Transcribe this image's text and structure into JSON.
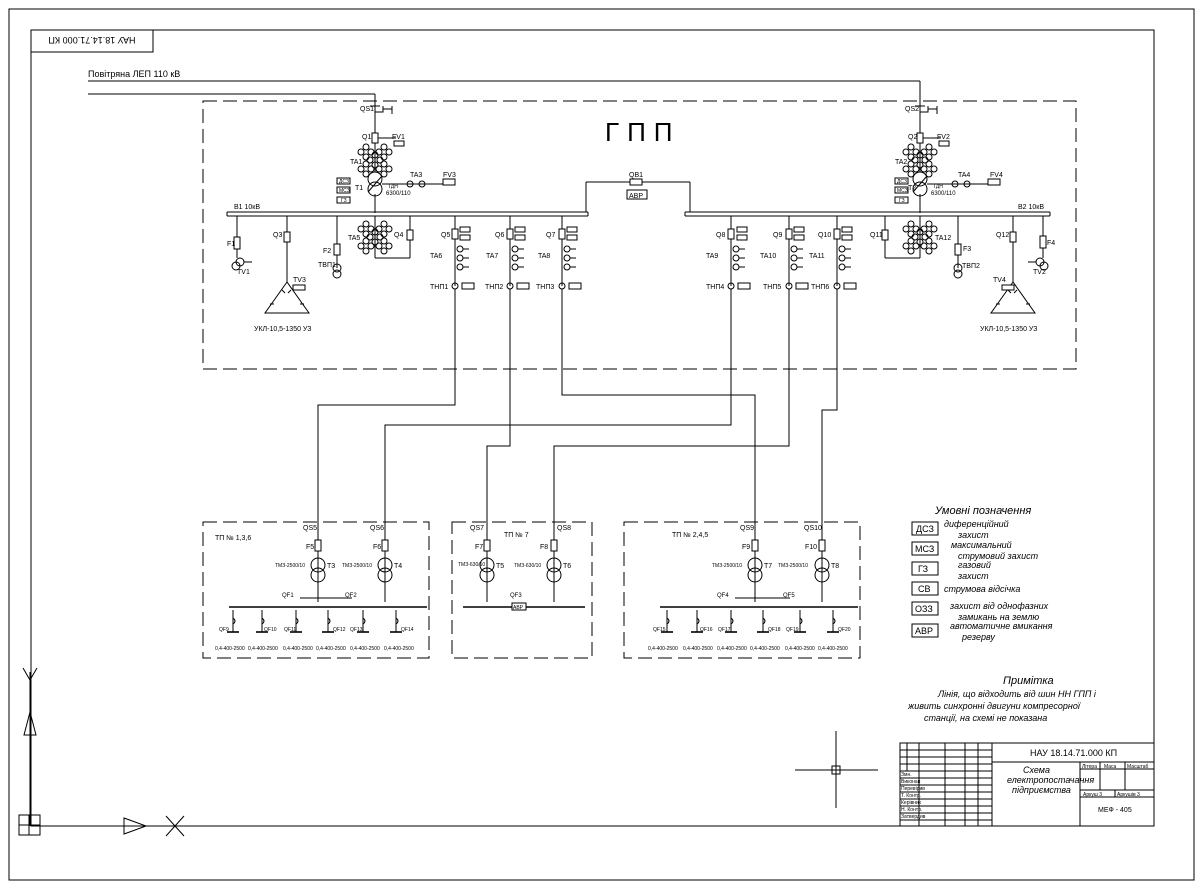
{
  "frame_code_rotated": "НАУ 18.14.71.000 КП",
  "line_label": "Повітряна ЛЕП 110 кВ",
  "gpp_title": "ГПП",
  "bus_left": "В1 10кВ",
  "bus_right": "В2 10кВ",
  "avr": "АВР",
  "qb1": "QB1",
  "left": {
    "qs": "QS1",
    "q": "Q1",
    "fv": "FV1",
    "ta1": "TA1",
    "t": "T1",
    "tdn": "ТДН",
    "tdn_rating": "6300/110",
    "ta3": "TA3",
    "fv3": "FV3",
    "prot1": "ДСЗ",
    "prot2": "МСЗ",
    "prot3": "ГЗ",
    "f1": "F1",
    "tv1": "TV1",
    "q3": "Q3",
    "f2": "F2",
    "tvp1": "ТВП1",
    "ta5": "TA5",
    "q4": "Q4",
    "tv3": "TV3",
    "ukl": "УКЛ-10,5-1350 УЗ"
  },
  "right": {
    "qs": "QS2",
    "q": "Q2",
    "fv": "FV2",
    "ta2": "TA2",
    "t": "T2",
    "tdn": "ТДН",
    "tdn_rating": "6300/110",
    "ta4": "TA4",
    "fv4": "FV4",
    "f3": "F3",
    "tvp2": "ТВП2",
    "f4": "F4",
    "tv2": "TV2",
    "q11": "Q11",
    "ta12": "TA12",
    "q12": "Q12",
    "tv4": "TV4",
    "ukl": "УКЛ-10,5-1350 УЗ"
  },
  "feeders": [
    {
      "q": "Q5",
      "ta": "TA6",
      "tnp": "ТНП1"
    },
    {
      "q": "Q6",
      "ta": "TA7",
      "tnp": "ТНП2"
    },
    {
      "q": "Q7",
      "ta": "TA8",
      "tnp": "ТНП3"
    },
    {
      "q": "Q8",
      "ta": "TA9",
      "tnp": "ТНП4"
    },
    {
      "q": "Q9",
      "ta": "TA10",
      "tnp": "ТНП5"
    },
    {
      "q": "Q10",
      "ta": "TA11",
      "tnp": "ТНП6"
    }
  ],
  "tp1": {
    "title": "ТП № 1,3,6",
    "qs_a": "QS5",
    "qs_b": "QS6",
    "f_a": "F5",
    "f_b": "F6",
    "t_a": "T3",
    "t_b": "T4",
    "tm_a": "ТМЗ-2500/10",
    "tm_b": "ТМЗ-2500/10",
    "breakers": [
      "QF9",
      "QF10",
      "QF11",
      "QF12",
      "QF13",
      "QF14"
    ],
    "sec_breakers": [
      "QF1",
      "QF2"
    ],
    "qf1": "QF1",
    "qf2": "QF2",
    "loads": [
      "0,4-400-2500",
      "0,4-400-2500",
      "0,4-400-2500",
      "0,4-400-2500",
      "0,4-400-2500",
      "0,4-400-2500"
    ]
  },
  "tp2": {
    "title": "ТП № 7",
    "qs_a": "QS7",
    "qs_b": "QS8",
    "f_a": "F7",
    "f_b": "F8",
    "t_a": "T5",
    "t_b": "T6",
    "tm_a": "ТМЗ-630/10",
    "tm_b": "ТМЗ-630/10",
    "sec_breaker": "QF3",
    "avr_label": "АВР"
  },
  "tp3": {
    "title": "ТП № 2,4,5",
    "qs_a": "QS9",
    "qs_b": "QS10",
    "f_a": "F9",
    "f_b": "F10",
    "t_a": "T7",
    "t_b": "T8",
    "tm_a": "ТМЗ-2500/10",
    "tm_b": "ТМЗ-2500/10",
    "breakers": [
      "QF15",
      "QF16",
      "QF17",
      "QF18",
      "QF19",
      "QF20"
    ],
    "sec_breakers": [
      "QF4",
      "QF5"
    ],
    "qf4": "QF4",
    "qf5": "QF5",
    "loads": [
      "0,4-400-2500",
      "0,4-400-2500",
      "0,4-400-2500",
      "0,4-400-2500",
      "0,4-400-2500",
      "0,4-400-2500"
    ]
  },
  "legend": {
    "title": "Умовні позначення",
    "items": [
      {
        "code": "ДСЗ",
        "text1": "диференційний",
        "text2": "захист"
      },
      {
        "code": "МСЗ",
        "text1": "максимальний",
        "text2": "струмовий захист"
      },
      {
        "code": "ГЗ",
        "text1": "газовий",
        "text2": "захист"
      },
      {
        "code": "СВ",
        "text1": "струмова відсічка",
        "text2": ""
      },
      {
        "code": "ОЗЗ",
        "text1": "захист від однофазних",
        "text2": "замикань на землю"
      },
      {
        "code": "АВР",
        "text1": "автоматичне вмикання",
        "text2": "резерву"
      }
    ]
  },
  "note": {
    "title": "Примітка",
    "line1": "Лінія, що відходить від шин НН ГПП і",
    "line2": "живить синхронні двигуни компресорної",
    "line3": "станції, на схемі не показана"
  },
  "title_block": {
    "code": "НАУ 18.14.71.000 КП",
    "name1": "Схема",
    "name2": "електропостачання",
    "name3": "підприємства",
    "lit": "Літера",
    "mass": "Маса",
    "scale": "Масштаб",
    "sheet": "Аркуш 3",
    "sheets": "Аркушів 3",
    "group": "МЕФ - 405",
    "rows": [
      "Змн.",
      "Виконав",
      "Перевірив",
      "Т. Контр.",
      "Керівник",
      "Н. Контр.",
      "Затвердив"
    ]
  }
}
